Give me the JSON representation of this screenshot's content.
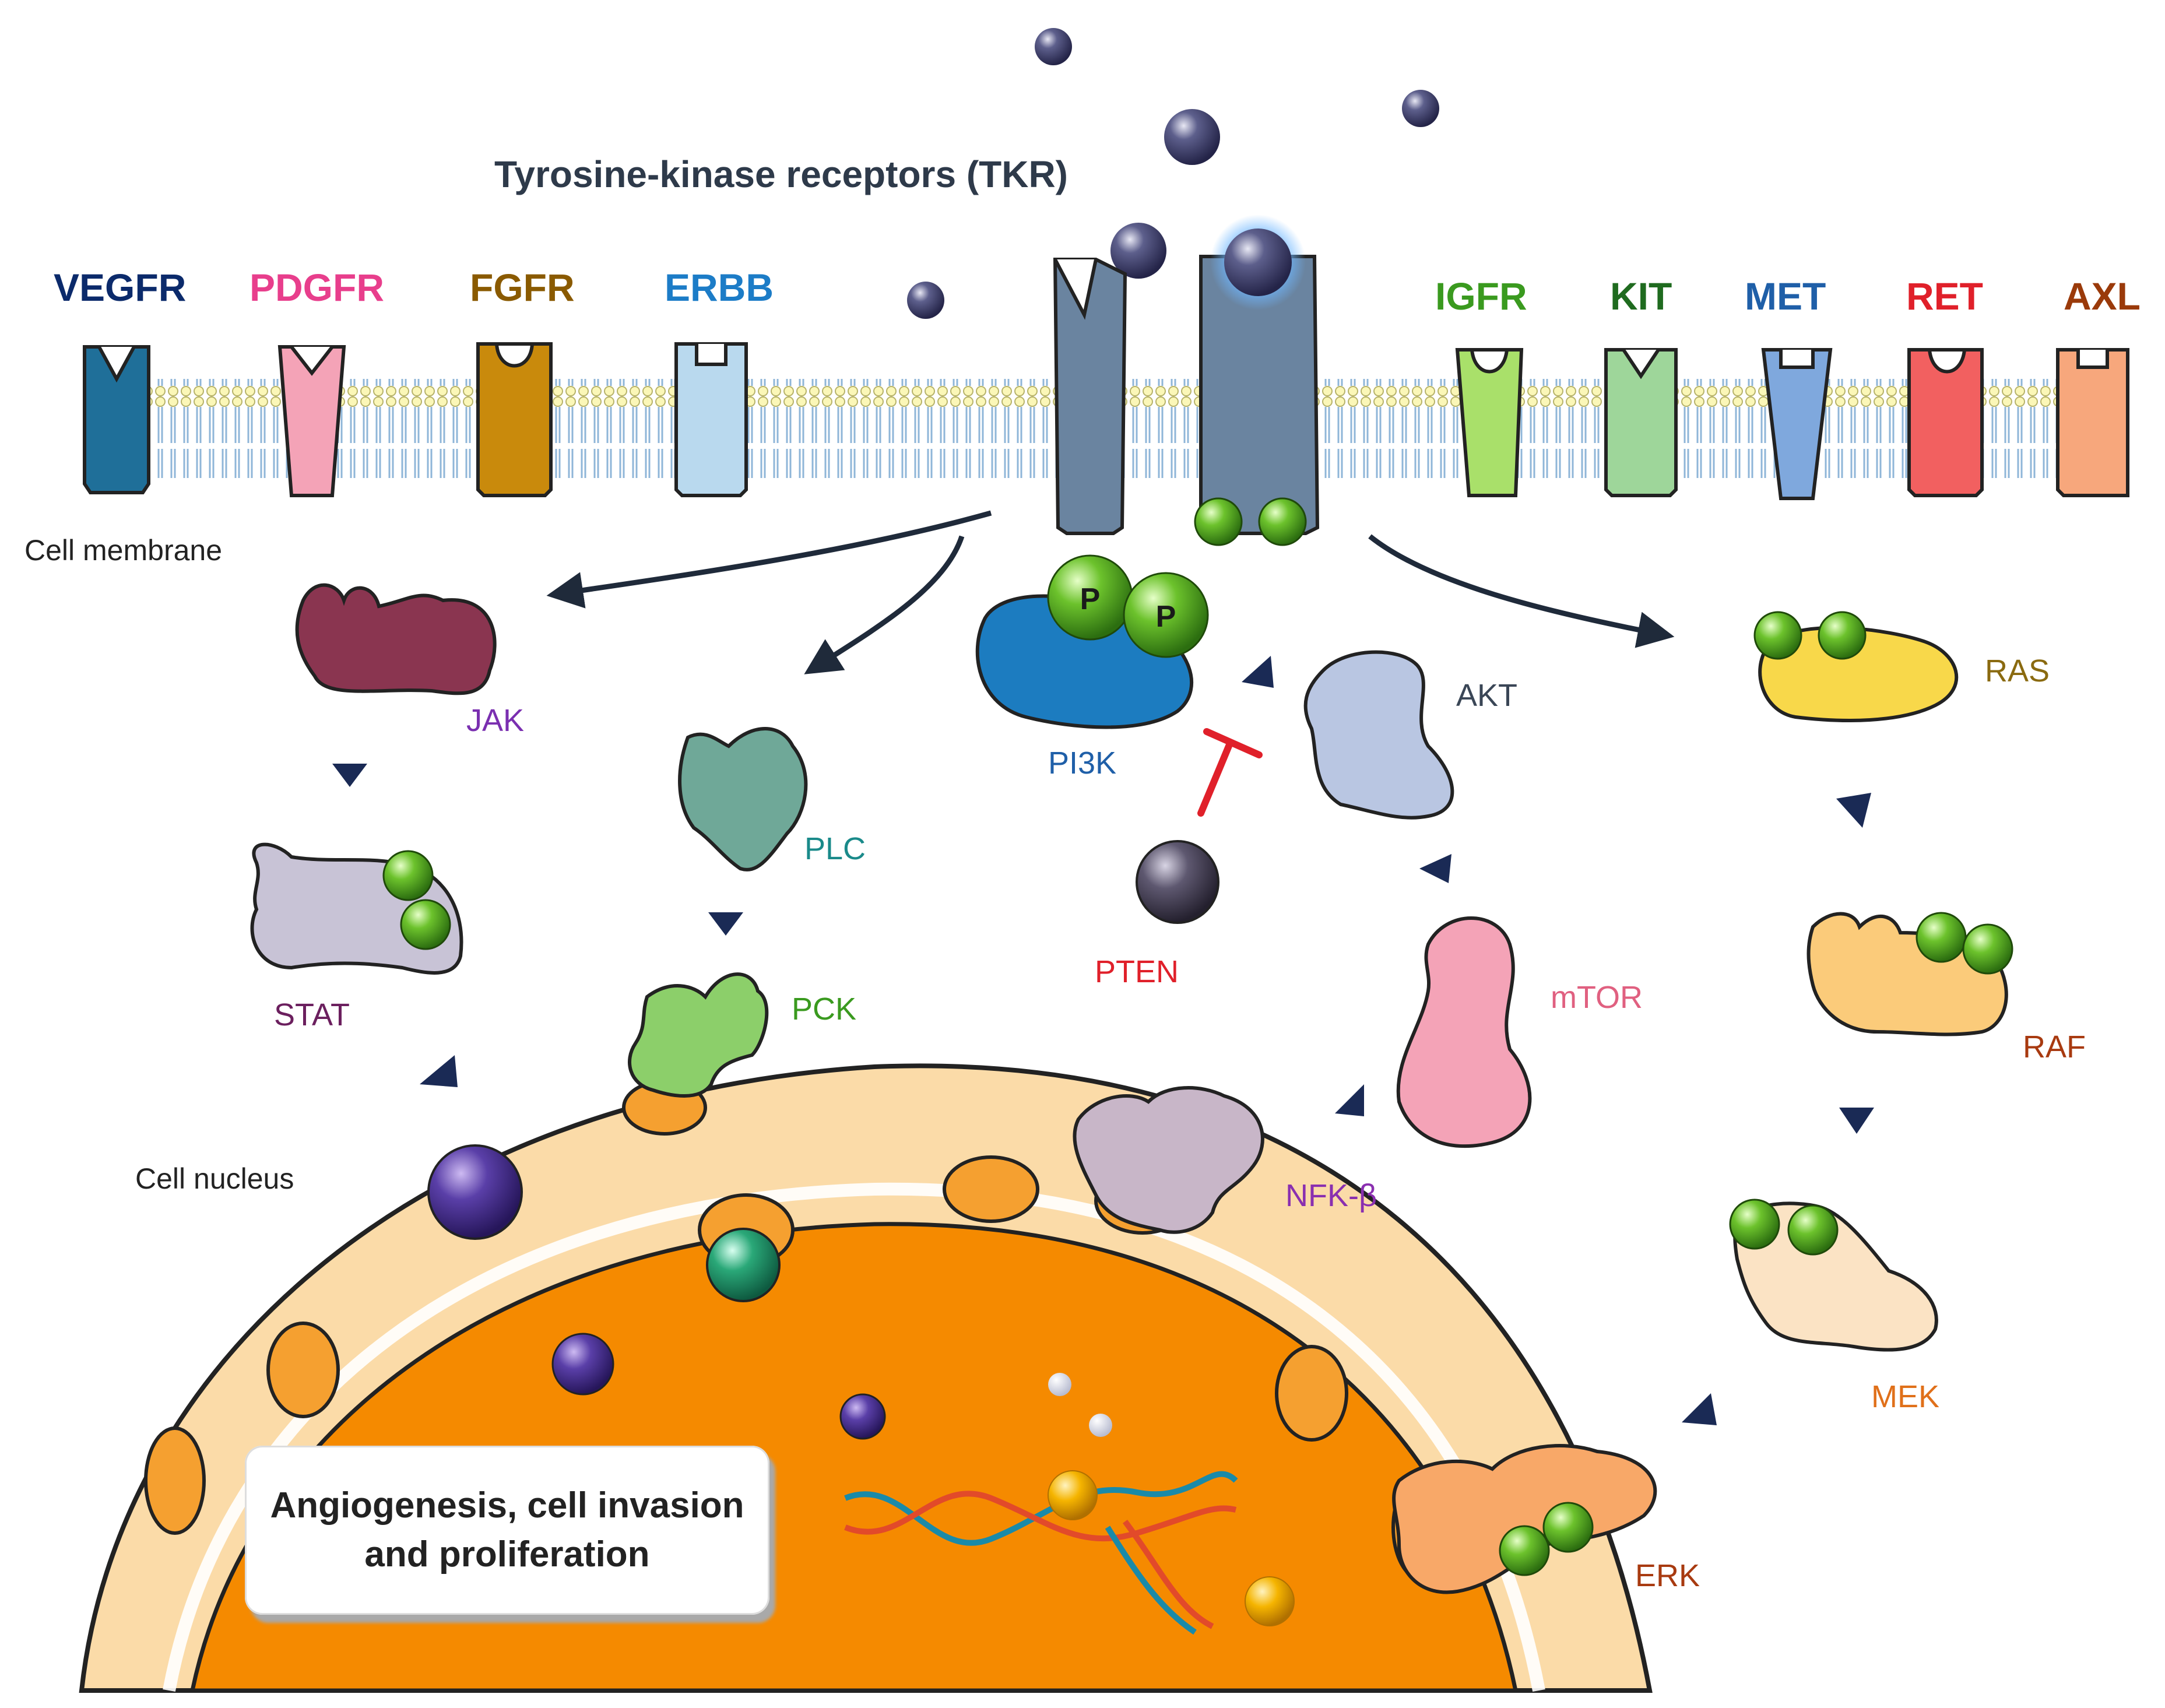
{
  "title": "Tyrosine-kinase receptors (TKR)",
  "receptors_left": [
    {
      "name": "VEGFR",
      "color": "#0b2a6b",
      "fill": "#1f6f99"
    },
    {
      "name": "PDGFR",
      "color": "#e83e8c",
      "fill": "#f4a3b7"
    },
    {
      "name": "FGFR",
      "color": "#8a5a00",
      "fill": "#c98a0c"
    },
    {
      "name": "ERBB",
      "color": "#1c7cc7",
      "fill": "#b9d9ee"
    }
  ],
  "receptors_right": [
    {
      "name": "IGFR",
      "color": "#3a9a1f",
      "fill": "#a9e06a"
    },
    {
      "name": "KIT",
      "color": "#1f6b1f",
      "fill": "#9ed69a"
    },
    {
      "name": "MET",
      "color": "#1f5fa8",
      "fill": "#7fa8dd"
    },
    {
      "name": "RET",
      "color": "#e0202a",
      "fill": "#f26060"
    },
    {
      "name": "AXL",
      "color": "#9a3a0a",
      "fill": "#f7a77c"
    }
  ],
  "labels": {
    "cell_membrane": "Cell membrane",
    "cell_nucleus": "Cell nucleus"
  },
  "pathway": {
    "jak": {
      "label": "JAK",
      "color": "#7a2fb0"
    },
    "stat": {
      "label": "STAT",
      "color": "#6b1f5e"
    },
    "plc": {
      "label": "PLC",
      "color": "#1a8a8a"
    },
    "pck": {
      "label": "PCK",
      "color": "#3a9a1f"
    },
    "pi3k": {
      "label": "PI3K",
      "color": "#1f5fa8"
    },
    "pten": {
      "label": "PTEN",
      "color": "#e0202a"
    },
    "akt": {
      "label": "AKT",
      "color": "#3a4656"
    },
    "mtor": {
      "label": "mTOR",
      "color": "#e06080"
    },
    "nfkb": {
      "label": "NFK-β",
      "color": "#8a2fb0"
    },
    "ras": {
      "label": "RAS",
      "color": "#8a6a10"
    },
    "raf": {
      "label": "RAF",
      "color": "#a83a10"
    },
    "mek": {
      "label": "MEK",
      "color": "#e0701a"
    },
    "erk": {
      "label": "ERK",
      "color": "#a83a10"
    }
  },
  "phospho_label": "P",
  "result": "Angiogenesis, cell invasion and proliferation"
}
